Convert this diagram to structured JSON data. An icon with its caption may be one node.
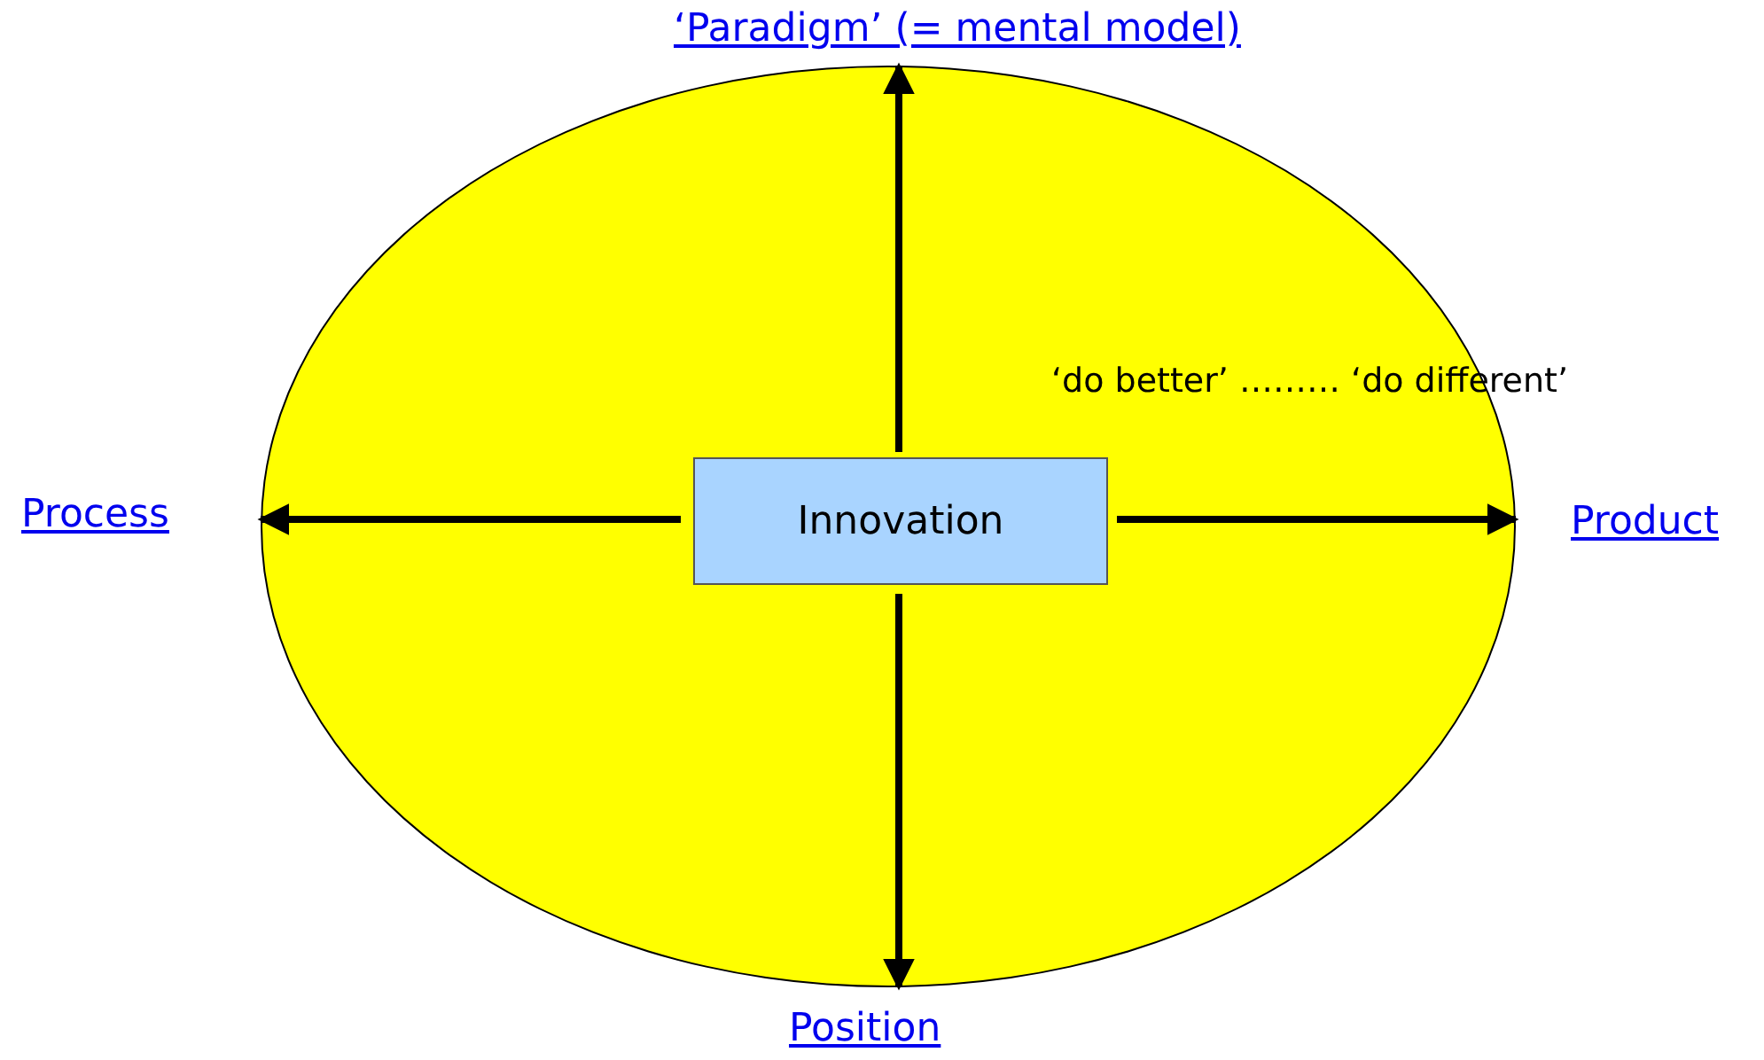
{
  "diagram": {
    "nodes": [
      {
        "text": [],
        "shape": "ellipse"
      },
      {
        "text": [
          "Innovation"
        ],
        "in": 0
      },
      {
        "text": [
          "‘Paradigm’ (= mental model)"
        ]
      },
      {
        "text": [
          "Process"
        ]
      },
      {
        "text": [
          "Product"
        ]
      },
      {
        "text": [
          "Position"
        ]
      }
    ],
    "edges": [
      {
        "from": 1,
        "to": 2,
        "arrow": "to"
      },
      {
        "from": 1,
        "to": 3,
        "arrow": "to"
      },
      {
        "from": 1,
        "to": 4,
        "arrow": "to"
      },
      {
        "from": 1,
        "to": 5,
        "arrow": "to"
      }
    ],
    "labels": [
      "‘do better’ ……… ‘do different’"
    ]
  }
}
